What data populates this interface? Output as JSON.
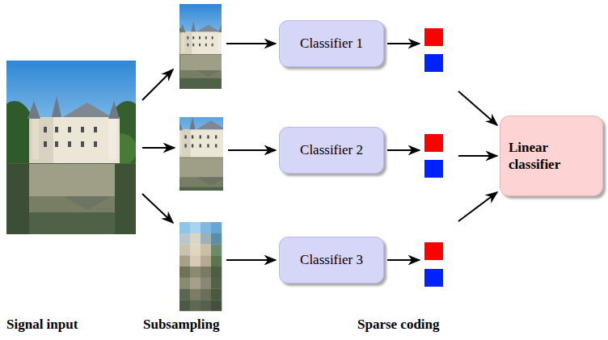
{
  "diagram": {
    "nodes": [
      {
        "text": [
          "Classifier 1"
        ]
      },
      {
        "text": [
          "Classifier 2"
        ]
      },
      {
        "text": [
          "Classifier 3"
        ]
      },
      {
        "text": [
          "Linear classifier"
        ]
      }
    ],
    "labels": [
      "Signal input",
      "Subsampling",
      "Sparse coding"
    ]
  }
}
